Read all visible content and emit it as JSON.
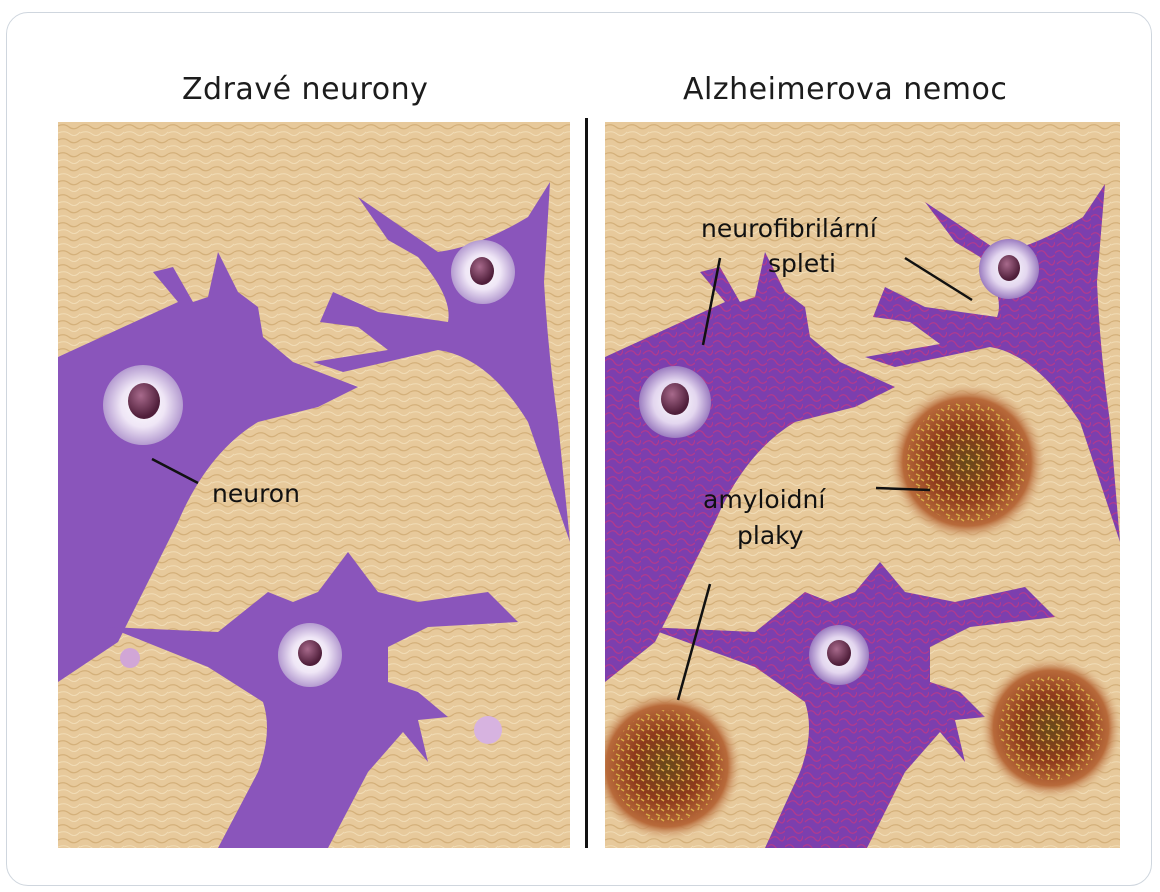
{
  "panels": {
    "healthy": {
      "title": "Zdravé neurony"
    },
    "disease": {
      "title": "Alzheimerova nemoc"
    }
  },
  "labels": {
    "neuron": "neuron",
    "tangles_line1": "neurofibrilární",
    "tangles_line2": "spleti",
    "plaques_line1": "amyloidní",
    "plaques_line2": "plaky"
  },
  "colors": {
    "tissue": "#e6c79a",
    "neuron": "#8a52b8",
    "neuron_dark": "#6a2f94",
    "nucleus": "#6b2c4a",
    "plaque": "#8b3b1e"
  }
}
